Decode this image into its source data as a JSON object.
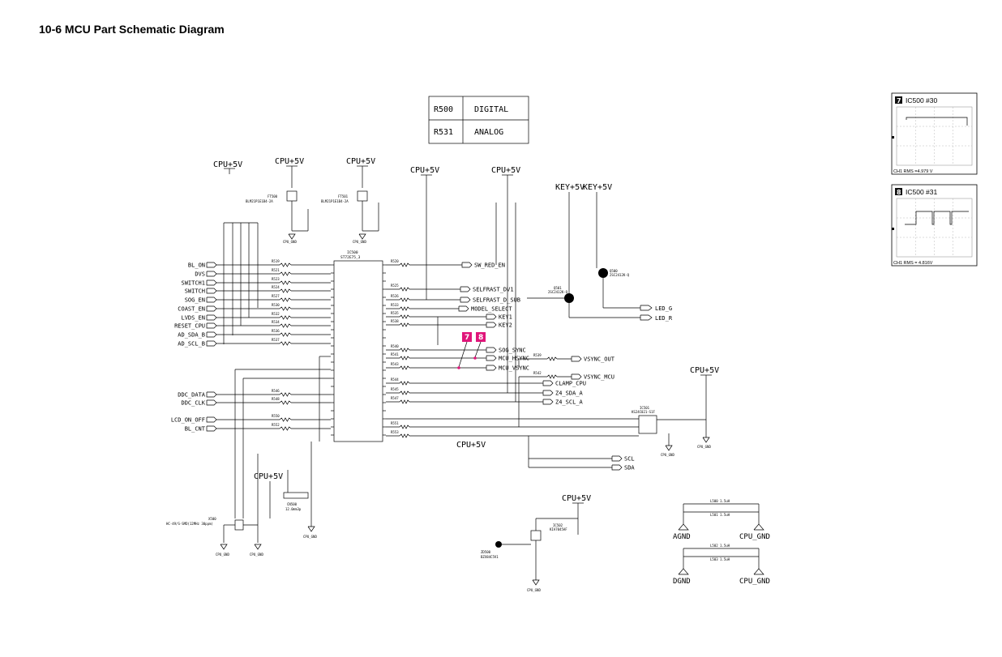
{
  "title": "10-6 MCU Part Schematic Diagram",
  "selection_table": [
    {
      "ref": "R500",
      "mode": "DIGITAL"
    },
    {
      "ref": "R531",
      "mode": "ANALOG"
    }
  ],
  "power_labels": {
    "cpu5v": "CPU+5V",
    "key5v_a": "KEY+5V",
    "key5v_b": "KEY+5V"
  },
  "ic": {
    "ref": "IC500",
    "part": "ST72E75_3"
  },
  "left_signals": [
    "BL_ON",
    "DVS",
    "SWITCH1",
    "SWITCH",
    "SOG_EN",
    "COAST_EN",
    "LVDS_EN",
    "RESET_CPU",
    "AD_SDA_B",
    "AD_SCL_B"
  ],
  "left_signals_lower": [
    "DDC_DATA",
    "DDC_CLK",
    "LCD_ON_OFF",
    "BL_CNT"
  ],
  "right_signals": [
    "SW_RED_EN",
    "SELFRAST_DV1",
    "SELFRAST_D_SUB",
    "MODEL_SELECT",
    "KEY1",
    "KEY2",
    "SOG_SYNC",
    "MCU_HSYNC",
    "MCU_VSYNC",
    "VSYNC_OUT",
    "VSYNC_MCU",
    "CLAMP_CPU",
    "Z4_SDA_A",
    "Z4_SCL_A",
    "SCL",
    "SDA",
    "LED_G",
    "LED_R"
  ],
  "resistors_left": [
    "R519",
    "R521",
    "R523",
    "R524",
    "R527",
    "R530",
    "R532",
    "R534",
    "R536",
    "R537",
    "R546",
    "R548",
    "R550",
    "R552"
  ],
  "resistors_right": [
    "R520",
    "R525",
    "R526",
    "R533",
    "R535",
    "R538",
    "R540",
    "R541",
    "R543",
    "R544",
    "R545",
    "R547",
    "R549",
    "R551",
    "R553",
    "R539",
    "R542"
  ],
  "markers": [
    "7",
    "8"
  ],
  "gnd": "CPU_GND",
  "crystal": {
    "ref": "X500",
    "desc": "HC-49/S-SMD(12MHz 30ppm)"
  },
  "eeprom": {
    "ref": "IC501",
    "part": "KS24C021-S1F"
  },
  "connector": {
    "ref": "CN500",
    "desc": "12.0mm3p"
  },
  "ferrites": [
    {
      "ref": "FT500",
      "part": "BLM21P1E1B4-2A"
    },
    {
      "ref": "FT501",
      "part": "BLM21P1E1B4-2A"
    }
  ],
  "transistors": [
    {
      "ref": "Q500",
      "part": "2SC2412K-Q"
    },
    {
      "ref": "Q501",
      "part": "2SC2412K-Q"
    }
  ],
  "reset_ic": {
    "ref": "IC502",
    "part": "KIA7045AF"
  },
  "zener": {
    "ref": "ZD500",
    "part": "BZX84C5V1"
  },
  "ground_legend": [
    {
      "inductors": [
        "L500 1.5uH",
        "L501 1.5uH"
      ],
      "left": "AGND",
      "right": "CPU_GND"
    },
    {
      "inductors": [
        "L502 1.5uH",
        "L503 1.5uH"
      ],
      "left": "DGND",
      "right": "CPU_GND"
    }
  ],
  "scopes": [
    {
      "badge": "7",
      "label": "IC500 #30",
      "rms": "CH1 RMS =4.979 V"
    },
    {
      "badge": "8",
      "label": "IC500 #31",
      "rms": "CH1 RMS = 4.816V"
    }
  ],
  "colors": {
    "marker": "#e0167a"
  }
}
